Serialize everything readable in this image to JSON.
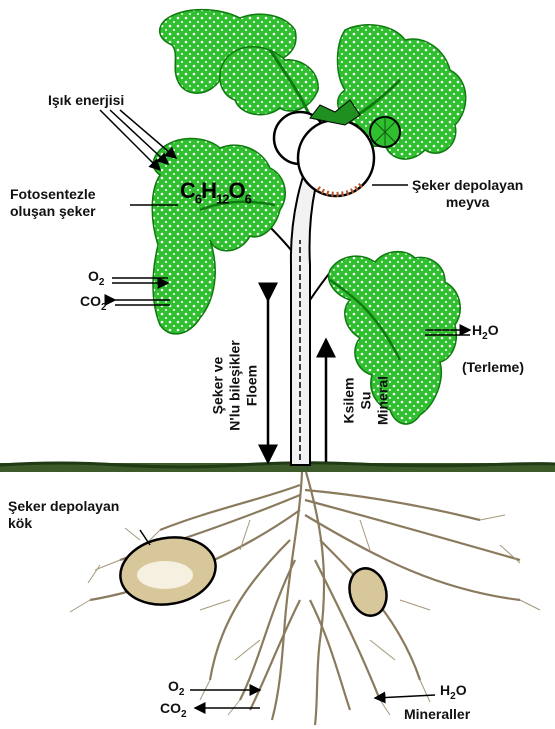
{
  "labels": {
    "light": "Işık enerjisi",
    "photo_line1": "Fotosentezle",
    "photo_line2": "oluşan şeker",
    "fruit_line1": "Şeker depolayan",
    "fruit_line2": "meyva",
    "leaf_o2": "O",
    "leaf_co2": "CO",
    "h2o_right": "H",
    "h2o_right_o": "O",
    "transpiration": "(Terleme)",
    "phloem_line1": "Şeker ve",
    "phloem_line2": "N'lu bileşikler",
    "phloem_line3": "Floem",
    "xylem_line1": "Ksilem",
    "xylem_line2": "Su",
    "xylem_line3": "Mineral",
    "root_line1": "Şeker depolayan",
    "root_line2": "kök",
    "root_o2": "O",
    "root_co2": "CO",
    "root_h2o": "H",
    "root_h2o_o": "O",
    "minerals": "Mineraller",
    "sub_2": "2",
    "sub_6": "6",
    "sub_12": "12",
    "formula_c": "C",
    "formula_h": "H",
    "formula_o": "O"
  },
  "colors": {
    "leaf": "#22b522",
    "leaf_dark": "#0f7a0f",
    "stem": "#f2f2f2",
    "fruit": "#ffffff",
    "fruit_spot": "#b5542a",
    "root": "#c9b89a",
    "soil": "#3d5a2a",
    "tuber": "#d8c79a"
  }
}
